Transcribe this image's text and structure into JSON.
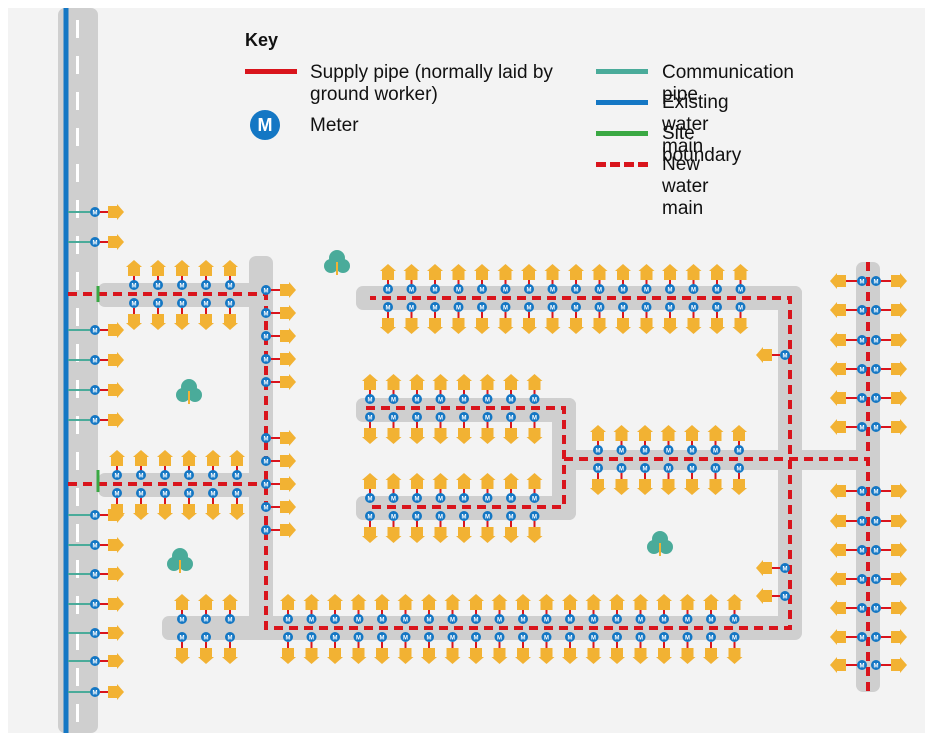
{
  "key": {
    "title": "Key",
    "supply_pipe": "Supply pipe (normally laid by ground worker)",
    "meter": "Meter",
    "meter_symbol": "M",
    "communication_pipe": "Communication pipe",
    "existing_main": "Existing water main",
    "site_boundary": "Site boundary",
    "new_main": "New water main"
  },
  "colors": {
    "background": "#f3f3f3",
    "road": "#cfcfcf",
    "supply_pipe": "#d9141c",
    "meter": "#1477c4",
    "communication_pipe": "#4aab9a",
    "existing_main": "#1477c4",
    "site_boundary": "#3aa843",
    "new_main": "#d9141c",
    "house": "#f2b233",
    "tree": "#4aab9a"
  },
  "icons": {
    "house": "house-arrow-icon",
    "meter": "meter-icon",
    "tree": "tree-icon"
  }
}
